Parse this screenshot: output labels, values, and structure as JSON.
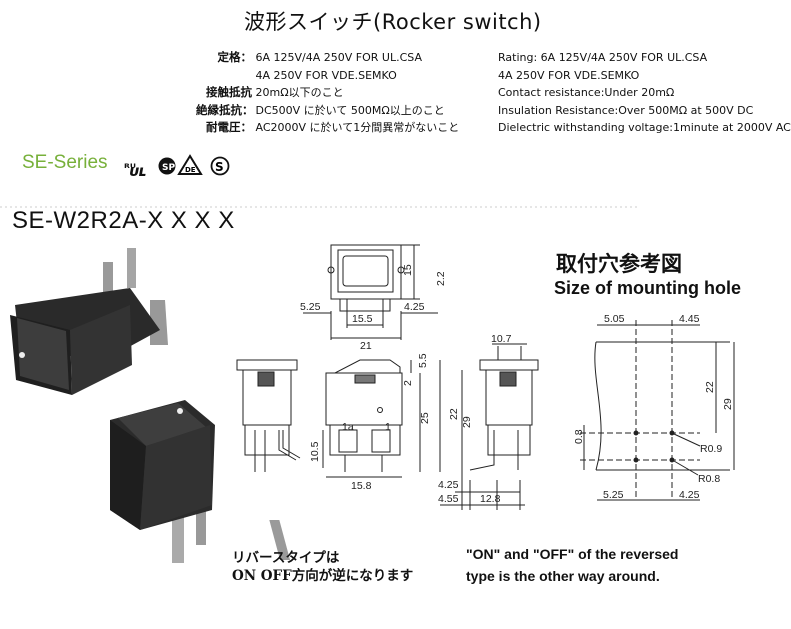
{
  "title": "波形スイッチ(Rocker switch)",
  "specs_jp": [
    {
      "label": "定格：",
      "value": "6A 125V/4A 250V FOR UL.CSA"
    },
    {
      "label": "",
      "value": "4A 250V FOR VDE.SEMKO"
    },
    {
      "label": "接触抵抗",
      "value": "20mΩ以下のこと"
    },
    {
      "label": "絶縁抵抗：",
      "value": "DC500V に於いて 500MΩ以上のこと"
    },
    {
      "label": "耐電圧：",
      "value": "AC2000V に於いて1分間異常がないこと"
    }
  ],
  "specs_en": [
    "Rating: 6A 125V/4A 250V FOR UL.CSA",
    "4A 250V FOR VDE.SEMKO",
    "Contact resistance:Under 20mΩ",
    "Insulation Resistance:Over 500MΩ at 500V DC",
    "Dielectric withstanding voltage:1minute at 2000V AC"
  ],
  "series": "SE-Series",
  "cert_marks": [
    "UL",
    "CSA",
    "VDE",
    "S"
  ],
  "model": "SE-W2R2A-X X X X",
  "mounting": {
    "title_jp": "取付穴参考図",
    "title_en": "Size of mounting hole"
  },
  "note_jp": [
    "リバースタイプは",
    "ON OFF方向が逆になります"
  ],
  "note_en": [
    "\"ON\" and \"OFF\" of the reversed",
    "type is the other way around."
  ],
  "dims": {
    "top_15": "15",
    "top_2_2": "2.2",
    "top_5_25": "5.25",
    "top_4_25": "4.25",
    "top_15_5": "15.5",
    "top_21": "21",
    "w10_7": "10.7",
    "s5_5": "5.5",
    "s2": "2",
    "s25": "25",
    "s22": "22",
    "s29": "29",
    "s10_5": "10.5",
    "s15_8": "15.8",
    "s4_25": "4.25",
    "s4_55": "4.55",
    "s12_8": "12.8",
    "m5_05": "5.05",
    "m4_45": "4.45",
    "m22": "22",
    "m29": "29",
    "m0_8": "0.8",
    "mR0_9": "R0.9",
    "mR0_8": "R0.8",
    "m5_25": "5.25",
    "m4_25": "4.25"
  },
  "pin_labels": {
    "left": "1a",
    "right": "1"
  },
  "colors": {
    "series": "#77b03a"
  }
}
